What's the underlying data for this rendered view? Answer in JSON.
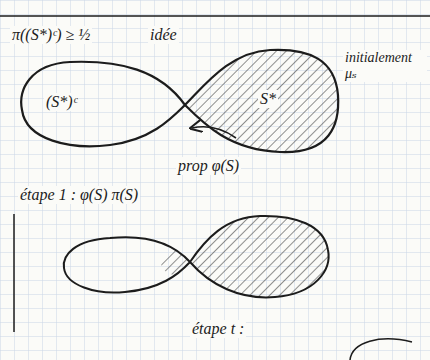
{
  "diagram": {
    "labels": [
      "π((S*)ᶜ) ≥ ½",
      "idée",
      "(S*)ᶜ",
      "S*",
      "initialement μₛ",
      "prop φ(S)",
      "étape 1 : φ(S) π(S)",
      "étape t :"
    ]
  }
}
